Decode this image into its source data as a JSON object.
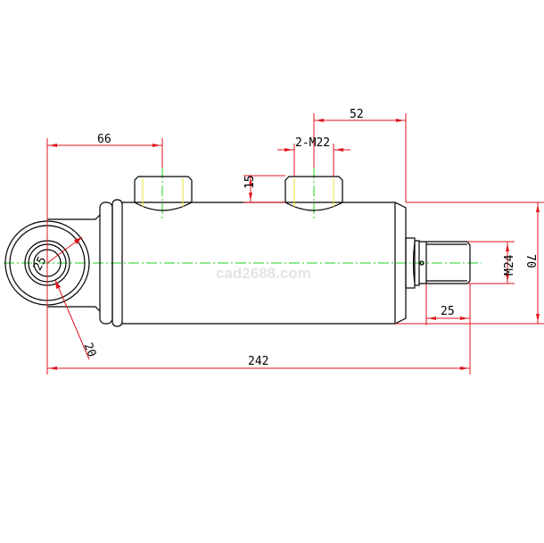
{
  "drawing": {
    "title": "Hydraulic cylinder drawing",
    "watermark": "cad2688.com",
    "dimensions": {
      "port_offset": "66",
      "port_spacing_right": "52",
      "port_thread": "2-M22",
      "port_height": "15",
      "eye_inner_radius": "25",
      "eye_outer_radius": "20",
      "total_length": "242",
      "rod_thread_length": "25",
      "rod_thread": "M24",
      "body_diameter": "70"
    },
    "colors": {
      "dimension": "#e0141e",
      "centerline": "#1fd21f",
      "object": "#000000"
    }
  }
}
